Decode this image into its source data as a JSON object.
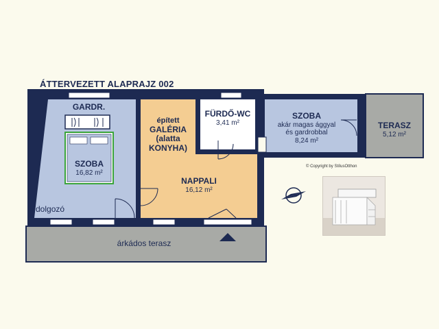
{
  "title": "ÁTTERVEZETT ALAPRAJZ 002",
  "rooms": {
    "gardrobe": "GARDR.",
    "bedroom_main": {
      "name": "SZOBA",
      "area": "16,82 m²"
    },
    "galeria": {
      "line1": "épített",
      "line2": "GALÉRIA",
      "line3": "(alatta",
      "line4": "KONYHA)"
    },
    "bathroom": {
      "name": "FÜRDŐ-WC",
      "area": "3,41 m²"
    },
    "bedroom_small": {
      "name": "SZOBA",
      "line2": "akár magas ággyal",
      "line3": "és gardrobbal",
      "area": "8,24 m²"
    },
    "terrace": {
      "name": "TERASZ",
      "area": "5,12 m²"
    },
    "living": {
      "name": "NAPPALI",
      "area": "16,12 m²"
    },
    "workspace": "dolgozó",
    "arcade_terrace": "árkádos terasz"
  },
  "copyright": "© Copyright by StílusOtthon",
  "colors": {
    "wall": "#1d2a52",
    "bedroom": "#b8c6e0",
    "living": "#f4cd92",
    "bathroom": "#ffffff",
    "terrace": "#a8aaa6",
    "background": "#fbfaed"
  },
  "icons": [
    "compass-icon",
    "bed-icon",
    "wardrobe-icon",
    "entry-arrow-icon"
  ]
}
